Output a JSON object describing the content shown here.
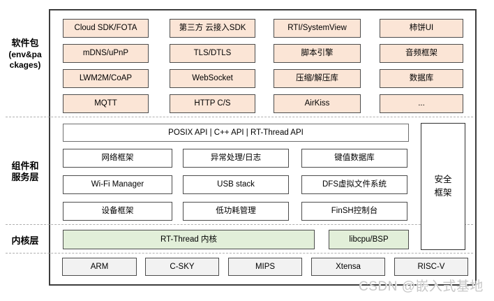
{
  "labels": {
    "packages_title": "软件包",
    "packages_sub1": "(env&pa",
    "packages_sub2": "ckages)",
    "components_line1": "组件和",
    "components_line2": "服务层",
    "kernel": "内核层"
  },
  "packages": {
    "boxes": [
      "Cloud SDK/FOTA",
      "第三方 云接入SDK",
      "RTI/SystemView",
      "柿饼UI",
      "mDNS/uPnP",
      "TLS/DTLS",
      "脚本引擎",
      "音频框架",
      "LWM2M/CoAP",
      "WebSocket",
      "压缩/解压库",
      "数据库",
      "MQTT",
      "HTTP C/S",
      "AirKiss",
      "..."
    ]
  },
  "components": {
    "api_bar": "POSIX API | C++ API | RT-Thread API",
    "boxes": [
      "网络框架",
      "异常处理/日志",
      "键值数据库",
      "Wi-Fi Manager",
      "USB stack",
      "DFS虚拟文件系统",
      "设备框架",
      "低功耗管理",
      "FinSH控制台"
    ],
    "security_line1": "安全",
    "security_line2": "框架"
  },
  "kernel": {
    "main": "RT-Thread 内核",
    "libcpu": "libcpu/BSP"
  },
  "arch": {
    "boxes": [
      "ARM",
      "C-SKY",
      "MIPS",
      "Xtensa",
      "RISC-V"
    ]
  },
  "watermark": "CSDN @嵌入式基地",
  "colors": {
    "package_fill": "#FBE5D6",
    "kernel_fill": "#E2EFD9",
    "arch_fill": "#F2F2F2",
    "border": "#4c4c4c",
    "outer_border": "#3d3d3d",
    "divider": "#b0b0b0",
    "watermark_gray": "#c7c7c7"
  }
}
